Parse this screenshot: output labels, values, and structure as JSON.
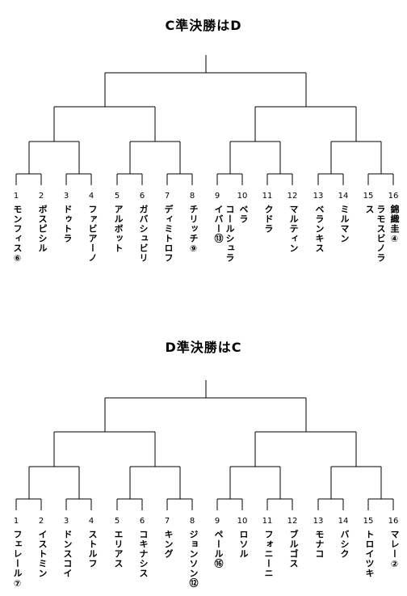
{
  "brackets": [
    {
      "title": "C準決勝はD",
      "players": [
        {
          "seed": "1",
          "name": "モンフィス⑥"
        },
        {
          "seed": "2",
          "name": "ボスピシル"
        },
        {
          "seed": "3",
          "name": "ドゥトラ"
        },
        {
          "seed": "4",
          "name": "ファビアーノ"
        },
        {
          "seed": "5",
          "name": "アルボット"
        },
        {
          "seed": "6",
          "name": "ガバシュビリ"
        },
        {
          "seed": "7",
          "name": "ディミトロフ"
        },
        {
          "seed": "8",
          "name": "チリッチ⑨"
        },
        {
          "seed": "9",
          "name": "コールシュライバー⑬"
        },
        {
          "seed": "10",
          "name": "ベラ"
        },
        {
          "seed": "11",
          "name": "クドラ"
        },
        {
          "seed": "12",
          "name": "マルティン"
        },
        {
          "seed": "13",
          "name": "ベランキス"
        },
        {
          "seed": "14",
          "name": "ミルマン"
        },
        {
          "seed": "15",
          "name": "ラモスビノラス"
        },
        {
          "seed": "16",
          "name": "錦織圭④"
        }
      ]
    },
    {
      "title": "D準決勝はC",
      "players": [
        {
          "seed": "1",
          "name": "フェレール⑦"
        },
        {
          "seed": "2",
          "name": "イストミン"
        },
        {
          "seed": "3",
          "name": "ドンスコイ"
        },
        {
          "seed": "4",
          "name": "ストルフ"
        },
        {
          "seed": "5",
          "name": "エリアス"
        },
        {
          "seed": "6",
          "name": "コキナシス"
        },
        {
          "seed": "7",
          "name": "キング"
        },
        {
          "seed": "8",
          "name": "ジョンソン⑫"
        },
        {
          "seed": "9",
          "name": "ペール⑯"
        },
        {
          "seed": "10",
          "name": "ロソル"
        },
        {
          "seed": "11",
          "name": "フォニーニ"
        },
        {
          "seed": "12",
          "name": "ブルゴス"
        },
        {
          "seed": "13",
          "name": "モナコ"
        },
        {
          "seed": "14",
          "name": "バシク"
        },
        {
          "seed": "15",
          "name": "トロイツキ"
        },
        {
          "seed": "16",
          "name": "マレー②"
        }
      ]
    }
  ]
}
